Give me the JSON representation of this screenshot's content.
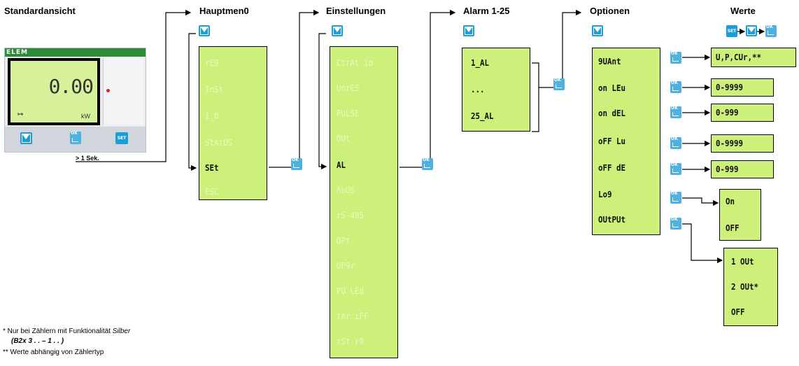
{
  "headings": {
    "standard_view": "Standardansicht",
    "main_menu": "Hauptmen0",
    "settings": "Einstellungen",
    "alarm": "Alarm 1-25",
    "options": "Optionen",
    "values": "Werte"
  },
  "device": {
    "brand": "ELEM",
    "display_value": "0.00",
    "unit": "kW",
    "key_set_label": "SET",
    "hold_label": "> 1 Sek."
  },
  "main_menu_items": [
    "rE9",
    "InSt",
    "I_O",
    "StAtUS",
    "SEt",
    "ESC"
  ],
  "main_menu_active": "SEt",
  "settings_items": [
    "CtrAt io",
    "UnrES",
    "PULSE",
    "OUt",
    "AL",
    "ñbUS",
    "rS-485",
    "OPt",
    "UP9r",
    "PU LEd",
    "tAr iFF",
    "rSt r9"
  ],
  "settings_active": "AL",
  "alarm_items": [
    "1_AL",
    "...",
    "25_AL"
  ],
  "option_items": [
    "9UAnt",
    "on LEu",
    "on dEL",
    "oFF Lu",
    "oFF dE",
    "Lo9",
    "OUtPUt"
  ],
  "value_boxes": {
    "quantity": "U,P,CUr,**",
    "on_level": "0-9999",
    "on_delay": "0-999",
    "off_level": "0-9999",
    "off_delay": "0-999",
    "log": [
      "On",
      "OFF"
    ],
    "output": [
      "1 OUt",
      "2 OUt*",
      "OFF"
    ]
  },
  "values_key_set": "SET",
  "footnotes": {
    "note1_prefix": "* Nur bei Zählern mit Funktionalität ",
    "note1_emph": "Silber",
    "note1_line2": "(B2x 3 . . – 1 . . )",
    "note2": "** Werte abhängig von Zählertyp"
  },
  "colors": {
    "panel_green": "#ccf07a",
    "key_blue": "#1b9ed8",
    "device_header_green": "#2e8b3a"
  }
}
